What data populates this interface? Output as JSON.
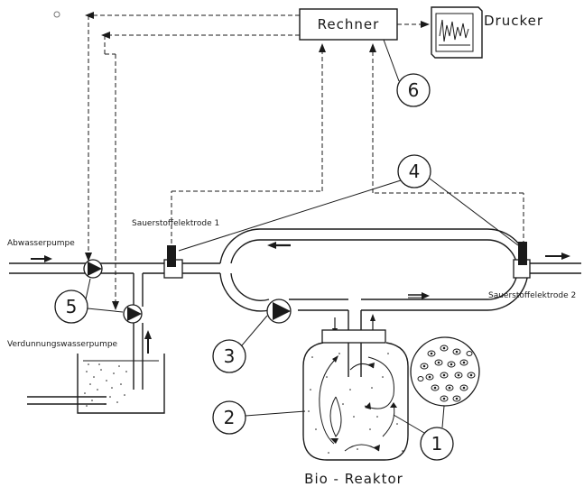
{
  "labels": {
    "computer": "Rechner",
    "printer": "Drucker",
    "wastewater_pump": "Abwasserpumpe",
    "dilution_pump": "Verdunnungswasserpumpe",
    "oxygen_electrode_1": "Sauerstoffelektrode 1",
    "oxygen_electrode_2": "Sauerstoffelektrode 2",
    "bioreactor": "Bio - Reaktor"
  },
  "callouts": {
    "n1": "1",
    "n2": "2",
    "n3": "3",
    "n4": "4",
    "n5": "5",
    "n6": "6"
  }
}
